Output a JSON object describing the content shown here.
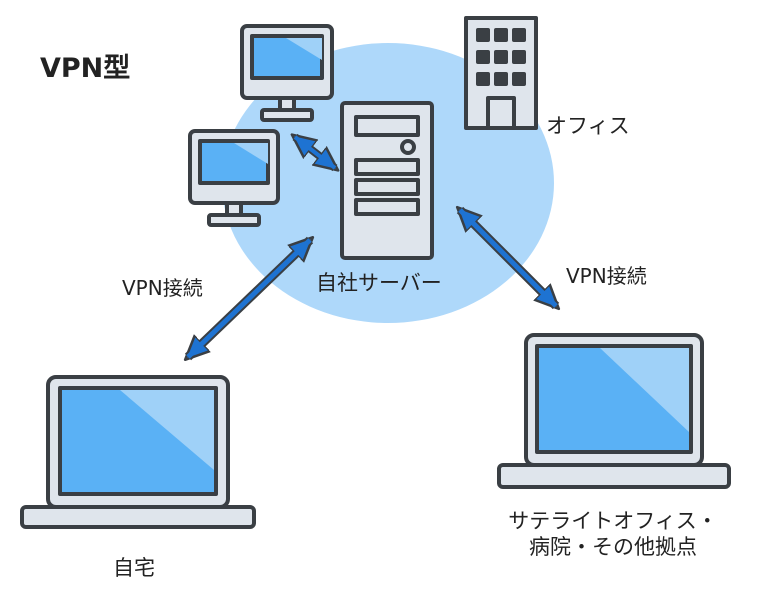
{
  "title": "VPN型",
  "nodes": {
    "office": "オフィス",
    "server": "自社サーバー",
    "home": "自宅",
    "remote_line1": "サテライトオフィス・",
    "remote_line2": "病院・その他拠点"
  },
  "connections": {
    "left": "VPN接続",
    "right": "VPN接続"
  },
  "colors": {
    "cloud": "#aed8fa",
    "screen": "#5ab1f5",
    "frame": "#dfe5ec",
    "outline": "#3a3f44",
    "arrow": "#1e73d2"
  }
}
